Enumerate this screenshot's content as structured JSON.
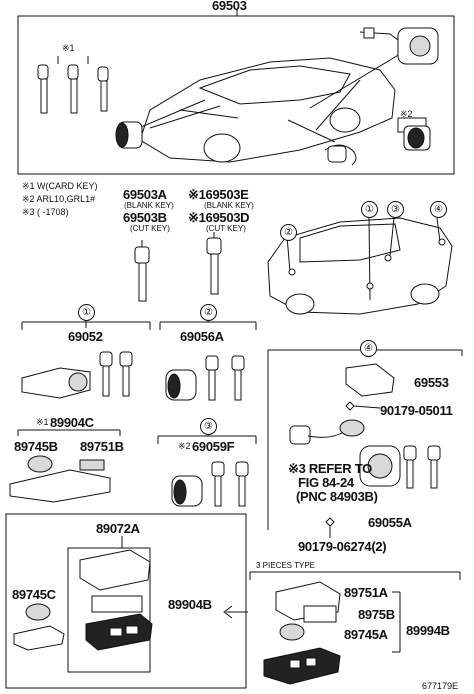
{
  "parts": {
    "top_assembly": "69503",
    "key_front_label_a": "69503A",
    "key_front_label_a_note": "(BLANK KEY)",
    "key_front_label_b": "69503B",
    "key_front_label_b_note": "(CUT KEY)",
    "key_front_label_e": "※169503E",
    "key_front_label_e_note": "(BLANK KEY)",
    "key_front_label_d": "※169503D",
    "key_front_label_d_note": "(CUT KEY)",
    "set1": "69052",
    "set2": "69056A",
    "set3": "69059F",
    "set3_mark": "※2",
    "set4_cover": "69553",
    "set4_screw": "90179-05011",
    "set4_cyl": "69055A",
    "set4_bolt": "90179-06274(2)",
    "refer_line1": "※3 REFER TO",
    "refer_line2": "FIG 84-24",
    "refer_line3": "(PNC 84903B)",
    "card_key": "89904C",
    "card_key_mark": "※1",
    "card_battery": "89745B",
    "card_plate": "89751B",
    "fob_cover": "89072A",
    "fob_battery": "89745C",
    "fob_assembly": "89904B",
    "pieces_type": "3 PIECES TYPE",
    "p3_cover": "89751A",
    "p3_plate": "8975B",
    "p3_battery": "89745A",
    "p3_assembly": "89994B",
    "figure_id": "677179E"
  },
  "notes": {
    "line1": "※1 W(CARD KEY)",
    "line2": "※2 ARL10,GRL1#",
    "line3": "※3 (      -1708)"
  },
  "top_box_marks": {
    "mark1": "※1",
    "mark2": "※2"
  },
  "circles": [
    "①",
    "②",
    "③",
    "④"
  ]
}
